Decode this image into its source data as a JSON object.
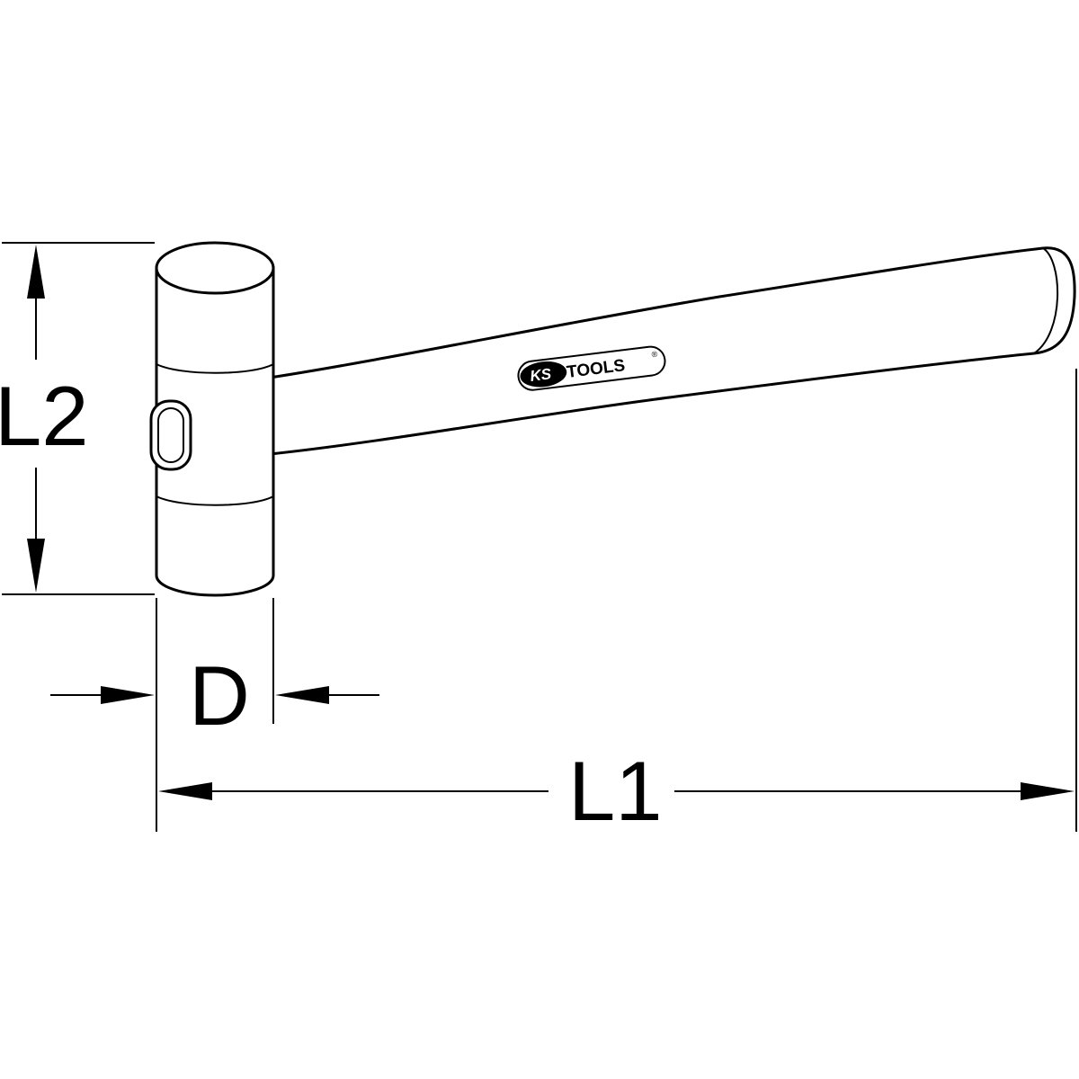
{
  "dimensions": {
    "length_total": "L1",
    "head_length": "L2",
    "head_diameter": "D"
  },
  "logo": {
    "brand_ks": "KS",
    "brand_tools": "TOOLS",
    "registered_mark": "®"
  },
  "colors": {
    "line": "#000000",
    "background": "#ffffff"
  }
}
